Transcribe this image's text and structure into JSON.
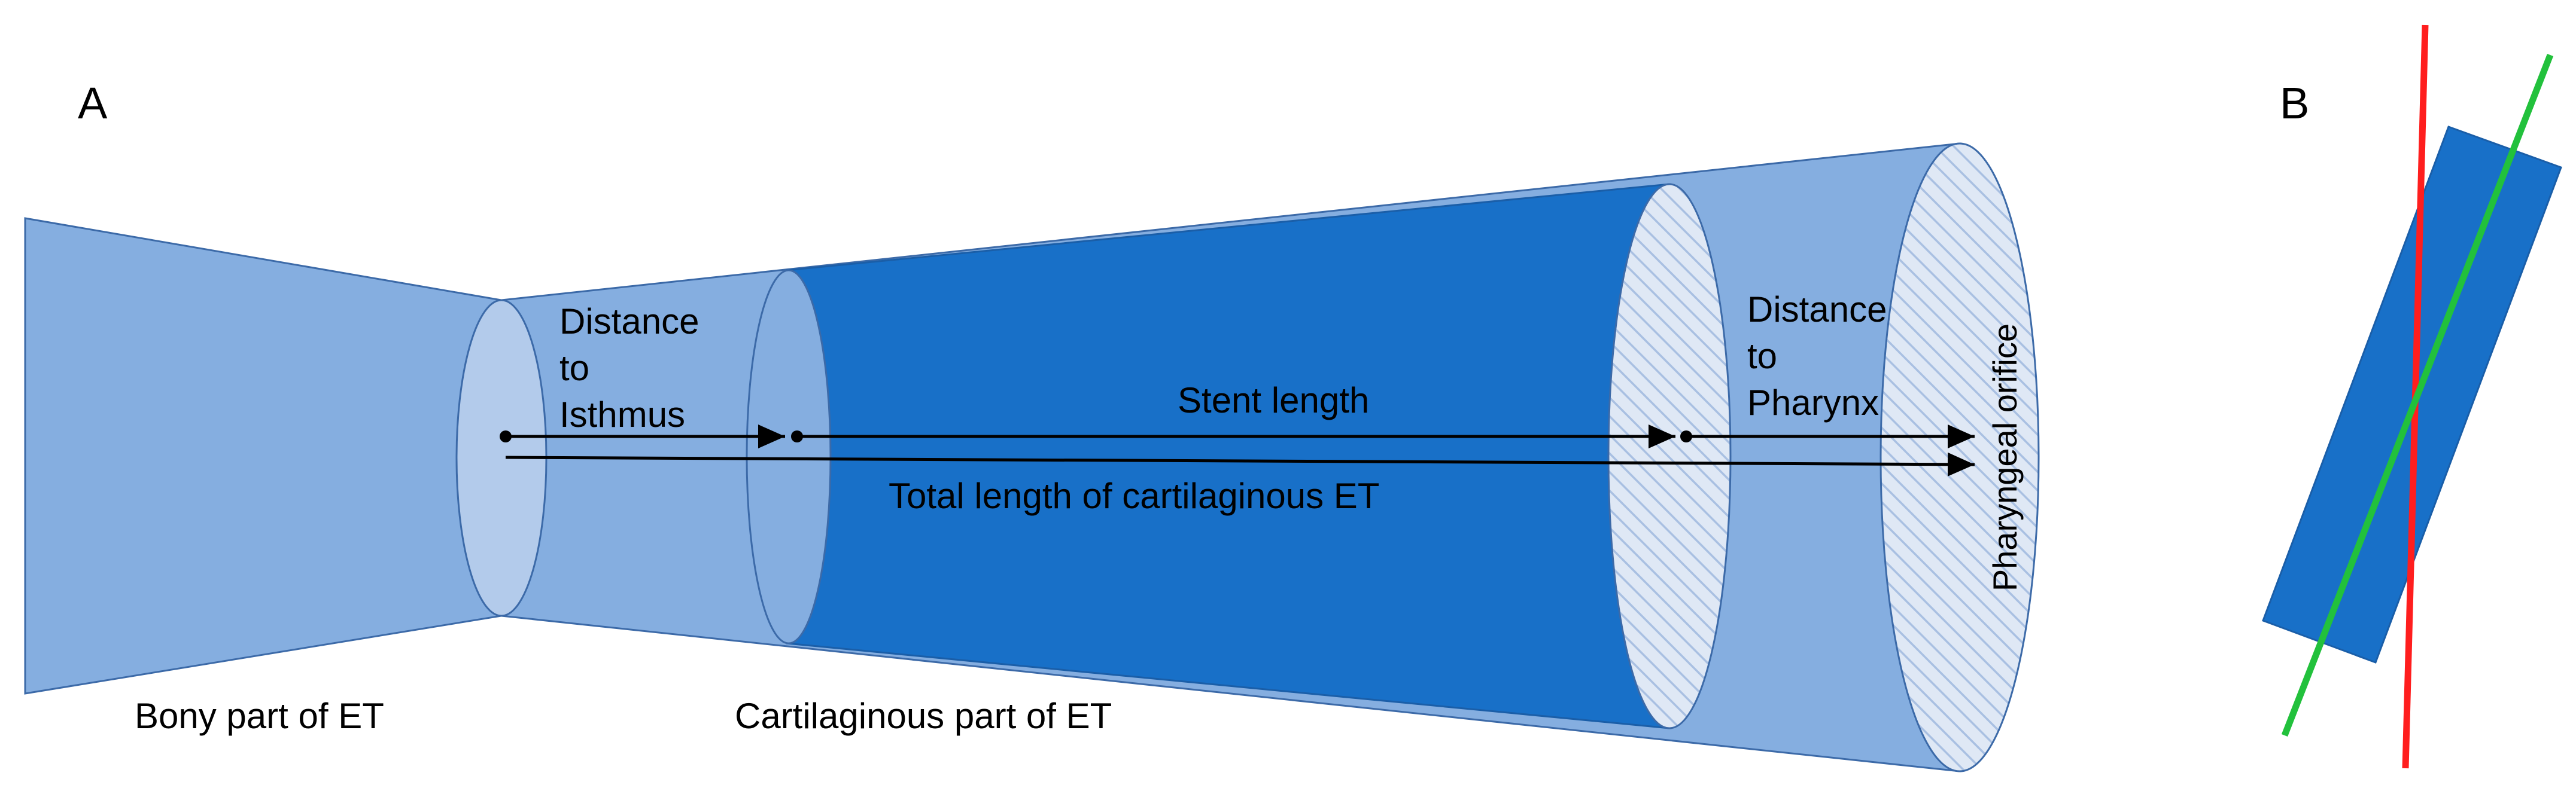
{
  "panel_a": {
    "label": "A",
    "labels": {
      "distance_isthmus": [
        "Distance",
        "to",
        "Isthmus"
      ],
      "stent_length": "Stent length",
      "distance_pharynx": [
        "Distance",
        "to",
        "Pharynx"
      ],
      "total_length": "Total length of cartilaginous ET",
      "pharyngeal_orifice": "Pharyngeal orifice",
      "bony_part": "Bony part of ET",
      "cartilaginous_part": "Cartilaginous part of ET"
    }
  },
  "panel_b": {
    "label": "B"
  },
  "colors": {
    "light_blue": "#85aee0",
    "isthmus_ellipse": "#b3cbeb",
    "stent_blue": "#1870c8",
    "outline": "#3c6aa8",
    "hatch": "#b8cbe6",
    "red_line": "#ff1e1e",
    "green_line": "#22c13c",
    "arrow": "#000000"
  }
}
